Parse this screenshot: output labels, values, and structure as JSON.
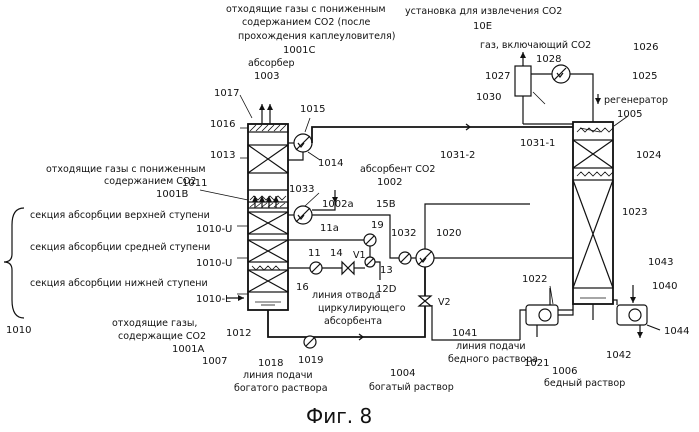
{
  "figure": {
    "caption": "Фиг. 8",
    "plant_title": "установка для извлечения CO2",
    "plant_ref": "10E"
  },
  "labels": {
    "off_gas_top_l1": "отходящие газы с пониженным",
    "off_gas_top_l2": "содержанием CO2 (после",
    "off_gas_top_l3": "прохождения каплеуловителя)",
    "absorber": "абсорбер",
    "co2_gas": "газ, включающий CO2",
    "regenerator": "регенератор",
    "off_gas_mid_l1": "отходящие газы с пониженным",
    "off_gas_mid_l2": "содержанием CO2",
    "absorbent": "абсорбент CO2",
    "sec_upper": "секция абсорбции верхней ступени",
    "sec_middle": "секция абсорбции средней ступени",
    "sec_lower": "секция абсорбции нижней ступени",
    "recirc_l1": "линия отвода",
    "recirc_l2": "циркулирующего",
    "recirc_l3": "абсорбента",
    "flue_l1": "отходящие газы,",
    "flue_l2": "содержащие CO2",
    "rich_line_l1": "линия подачи",
    "rich_line_l2": "богатого раствора",
    "rich_solution": "богатый раствор",
    "lean_line_l1": "линия подачи",
    "lean_line_l2": "бедного раствора",
    "lean_solution": "бедный раствор",
    "valve_v1": "V1",
    "valve_v2": "V2"
  },
  "refs": {
    "r1001C": "1001C",
    "r1003": "1003",
    "r1017": "1017",
    "r1015": "1015",
    "r1016": "1016",
    "r1013": "1013",
    "r1014": "1014",
    "r1001B": "1001B",
    "r1011": "1011",
    "r1033": "1033",
    "r1002a": "1002a",
    "r15B": "15B",
    "r1002": "1002",
    "r11a": "11a",
    "r19": "19",
    "r1032": "1032",
    "r1020": "1020",
    "r11": "11",
    "r14": "14",
    "r13": "13",
    "r16": "16",
    "r12D": "12D",
    "r1010U1": "1010-U",
    "r1010U2": "1010-U",
    "r1010L": "1010-L",
    "r1010": "1010",
    "r1001A": "1001A",
    "r1012": "1012",
    "r1007": "1007",
    "r1018": "1018",
    "r1019": "1019",
    "r1004": "1004",
    "r1041": "1041",
    "r1021": "1021",
    "r1006": "1006",
    "r1042": "1042",
    "r1022": "1022",
    "r1043": "1043",
    "r1040": "1040",
    "r1044": "1044",
    "r1024": "1024",
    "r1023": "1023",
    "r1005": "1005",
    "r1025": "1025",
    "r1026": "1026",
    "r1027": "1027",
    "r1028": "1028",
    "r1030": "1030",
    "r1031_1": "1031-1",
    "r1031_2": "1031-2"
  }
}
